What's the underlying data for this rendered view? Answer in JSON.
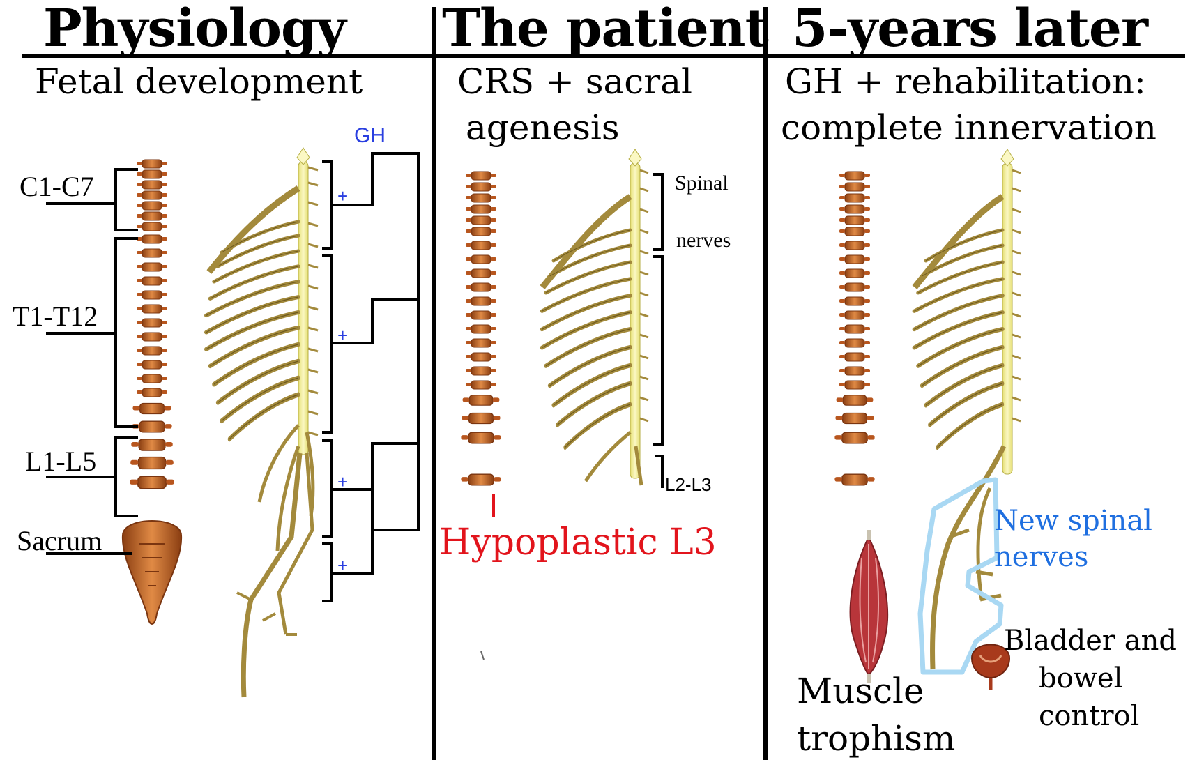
{
  "panels": {
    "physiology": {
      "title": "Physiology",
      "subtitle": "Fetal development",
      "regions": [
        "C1-C7",
        "T1-T12",
        "L1-L5",
        "Sacrum"
      ],
      "gh_label": "GH",
      "plus": "+"
    },
    "patient": {
      "title": "The patient",
      "subtitle_line1": "CRS + sacral",
      "subtitle_line2": "agenesis",
      "spinal_nerves_line1": "Spinal",
      "spinal_nerves_line2": "nerves",
      "lumbar_label": "L2-L3",
      "hypoplastic_label": "Hypoplastic L3"
    },
    "later": {
      "title": "5-years later",
      "subtitle_line1": "GH + rehabilitation:",
      "subtitle_line2": "complete innervation",
      "new_nerves_line1": "New spinal",
      "new_nerves_line2": "nerves",
      "muscle_line1": "Muscle",
      "muscle_line2": "trophism",
      "bladder_line1": "Bladder and",
      "bladder_line2": "bowel",
      "bladder_line3": "control"
    }
  },
  "colors": {
    "vertebra": "#c8692a",
    "vertebra_dark": "#8a3e12",
    "cord": "#f3ef9a",
    "nerve": "#a38a3c",
    "gh_blue": "#2a3fe0",
    "red": "#e2141c",
    "light_blue": "#a9d8f3",
    "new_blue": "#1f6fe0",
    "muscle": "#b8353a"
  }
}
